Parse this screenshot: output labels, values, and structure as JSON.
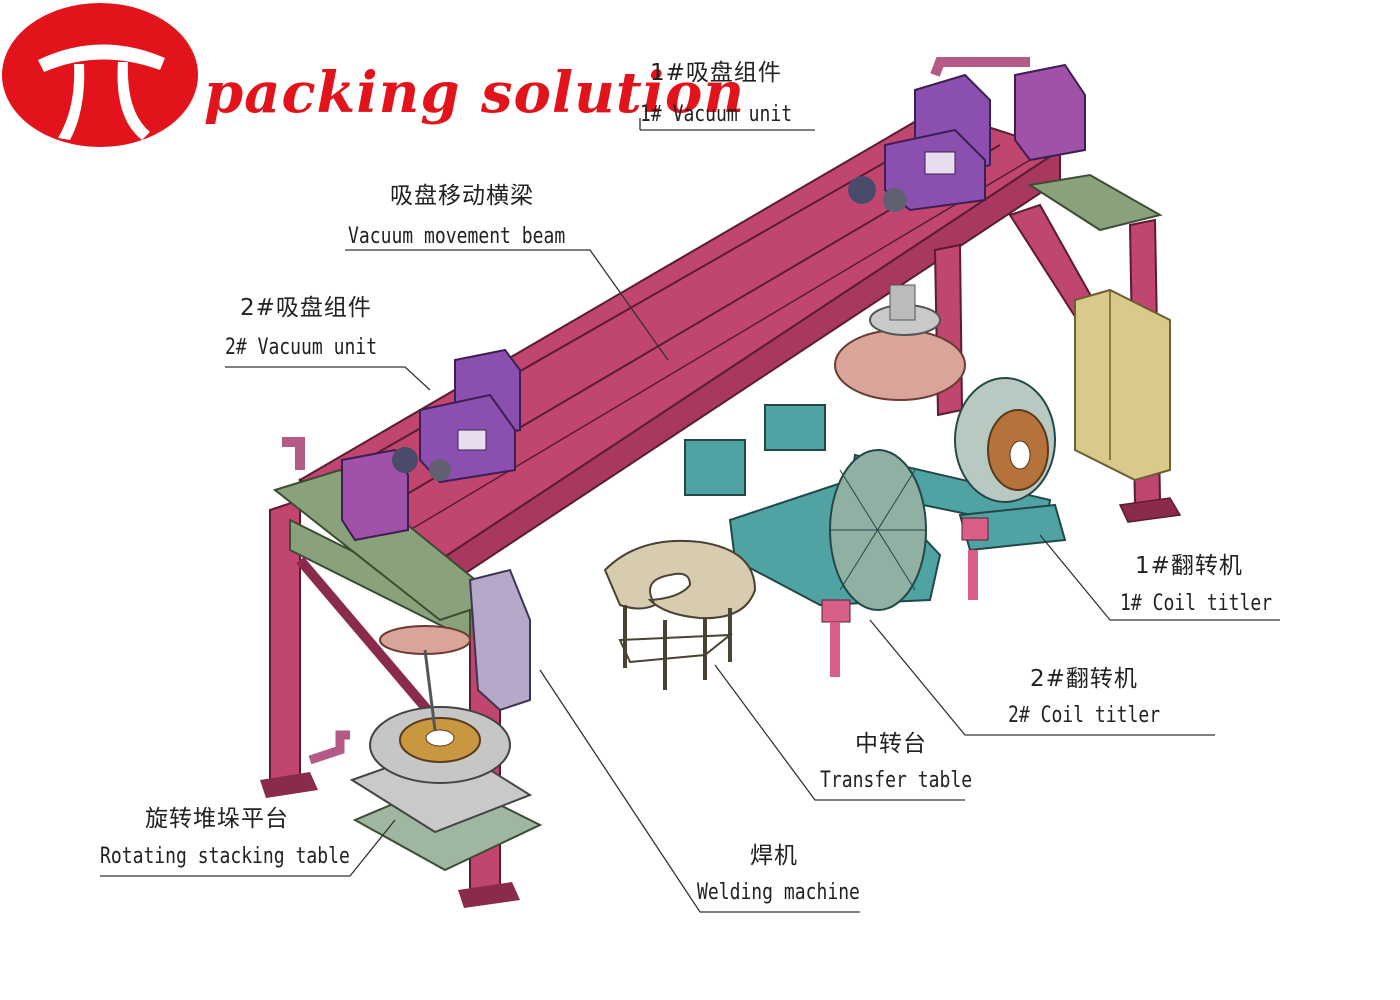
{
  "brand": {
    "name": "packing solution",
    "logo_glyph": "π",
    "color": "#e3131b"
  },
  "colors": {
    "gantry": "#c0456f",
    "gantry_dark": "#8a2a4c",
    "vacuum_unit": "#8b4fb0",
    "coil_titler": "#4fa3a3",
    "transfer_table": "#d8ccb0",
    "stacking_base": "#9fb7a0",
    "welding_machine": "#b5a8c8",
    "cabinet": "#d9c98a"
  },
  "labels": {
    "vacuum_unit_1": {
      "zh": "1#吸盘组件",
      "en": "1# Vacuum unit"
    },
    "vacuum_beam": {
      "zh": "吸盘移动横梁",
      "en": "Vacuum movement beam"
    },
    "vacuum_unit_2": {
      "zh": "2#吸盘组件",
      "en": "2# Vacuum unit"
    },
    "coil_titler_1": {
      "zh": "1#翻转机",
      "en": "1# Coil titler"
    },
    "coil_titler_2": {
      "zh": "2#翻转机",
      "en": "2# Coil titler"
    },
    "transfer_table": {
      "zh": "中转台",
      "en": "Transfer table"
    },
    "stacking_table": {
      "zh": "旋转堆垛平台",
      "en": "Rotating stacking table"
    },
    "welding_machine": {
      "zh": "焊机",
      "en": "Welding machine"
    }
  }
}
